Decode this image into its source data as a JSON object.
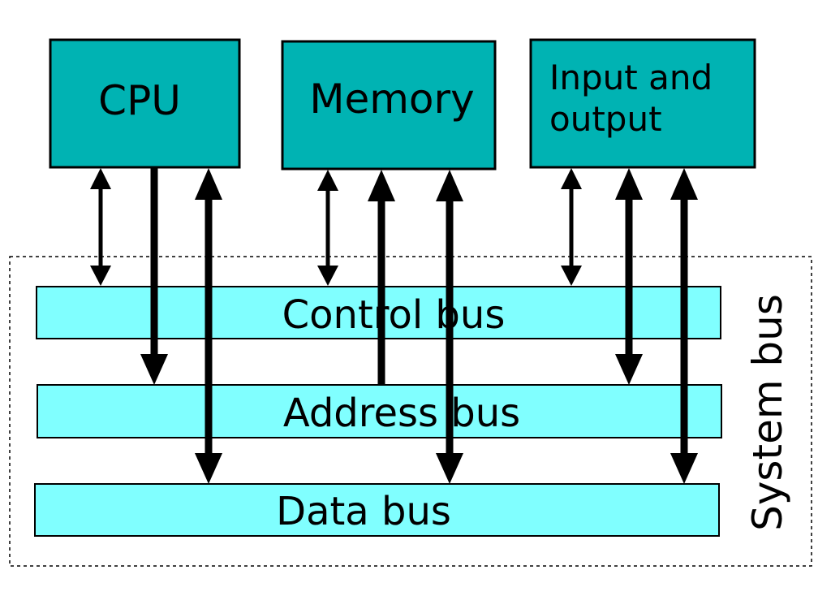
{
  "components": {
    "cpu": "CPU",
    "memory": "Memory",
    "io_line1": "Input and",
    "io_line2": "output"
  },
  "buses": {
    "control": "Control bus",
    "address": "Address bus",
    "data": "Data bus"
  },
  "system_bus_label": "System bus",
  "colors": {
    "component_fill": "#00b3b3",
    "bus_fill": "#80ffff",
    "line": "#000000"
  },
  "connections": [
    {
      "from": "CPU",
      "to": "Control bus",
      "direction": "both"
    },
    {
      "from": "CPU",
      "to": "Address bus",
      "direction": "to-bus"
    },
    {
      "from": "CPU",
      "to": "Data bus",
      "direction": "both"
    },
    {
      "from": "Memory",
      "to": "Control bus",
      "direction": "both"
    },
    {
      "from": "Address bus",
      "to": "Memory",
      "direction": "to-component"
    },
    {
      "from": "Memory",
      "to": "Data bus",
      "direction": "both"
    },
    {
      "from": "Input and output",
      "to": "Control bus",
      "direction": "both"
    },
    {
      "from": "Input and output",
      "to": "Address bus",
      "direction": "both"
    },
    {
      "from": "Input and output",
      "to": "Data bus",
      "direction": "both"
    }
  ]
}
